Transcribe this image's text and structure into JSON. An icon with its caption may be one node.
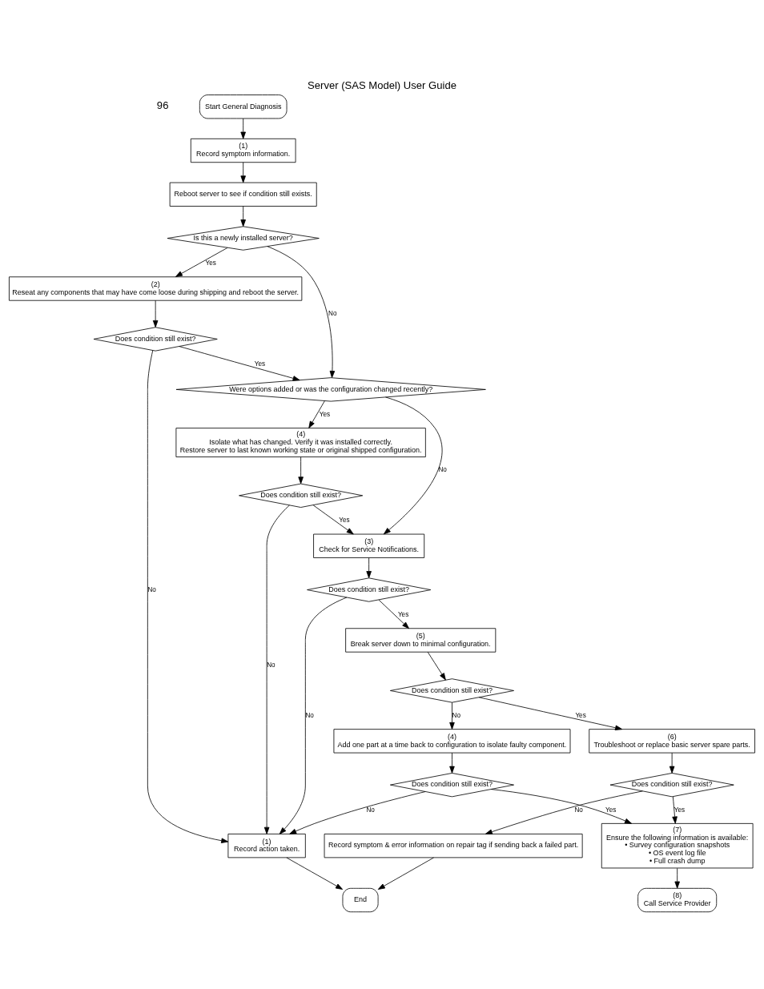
{
  "diagram": {
    "title": "Server (SAS Model) User Guide",
    "nodes": [
      {
        "text": [
          "Start General Diagnosis"
        ]
      },
      {
        "text": [
          "(1)",
          "Record symptom information."
        ]
      },
      {
        "text": [
          "Reboot server to see if condition still exists."
        ]
      },
      {
        "text": [
          "Is this a newly installed server?"
        ]
      },
      {
        "text": [
          "(2)",
          "Reseat any components that may have come loose during shipping and reboot the server."
        ]
      },
      {
        "text": [
          "Does condition still exist?"
        ]
      },
      {
        "text": [
          "Were options added or was the configuration changed recently?"
        ]
      },
      {
        "text": [
          "(3)",
          "Check for Service Notifications."
        ]
      },
      {
        "text": [
          "(4)",
          "Isolate what has changed. Verify it was installed correctly.",
          "Restore server to last known working state or original shipped configuration."
        ]
      },
      {
        "text": [
          "Does condition still exist?"
        ]
      },
      {
        "text": [
          "(6)",
          "Troubleshoot or replace basic server spare parts."
        ]
      },
      {
        "text": [
          "Does condition still exist?"
        ]
      },
      {
        "text": [
          "(5)",
          "Break server down to minimal configuration."
        ]
      },
      {
        "text": [
          "Does condition still exist?"
        ]
      },
      {
        "text": [
          "Does condition still exist?"
        ]
      },
      {
        "text": [
          "(4)",
          "Add one part at a time back to configuration to isolate faulty component."
        ]
      },
      {
        "text": [
          "Does condition still exist?"
        ]
      },
      {
        "text": [
          "(1)",
          "Record action taken."
        ]
      },
      {
        "text": [
          "Record symptom & error information on repair tag if sending back a failed part."
        ]
      },
      {
        "text": [
          "(7)",
          "Ensure the following information is available:",
          "• Survey configuration snapshots",
          "• OS event log file",
          "• Full crash dump"
        ]
      },
      {
        "text": [
          "(8)",
          "Call Service Provider"
        ]
      },
      {
        "text": [
          "End"
        ]
      }
    ],
    "edges": [
      {
        "from": 0,
        "to": 1,
        "arrow": "to"
      },
      {
        "from": 1,
        "to": 2,
        "arrow": "to"
      },
      {
        "from": 2,
        "to": 3,
        "arrow": "to"
      },
      {
        "from": 3,
        "to": 4,
        "arrow": "to",
        "label": "Yes"
      },
      {
        "from": 3,
        "to": 6,
        "arrow": "to",
        "label": "No"
      },
      {
        "from": 4,
        "to": 5,
        "arrow": "to"
      },
      {
        "from": 5,
        "to": 17,
        "arrow": "to",
        "label": "No"
      },
      {
        "from": 5,
        "to": 6,
        "arrow": "to",
        "label": "Yes"
      },
      {
        "from": 6,
        "to": 7,
        "arrow": "to",
        "label": "No"
      },
      {
        "from": 6,
        "to": 8,
        "arrow": "to",
        "label": "Yes"
      },
      {
        "from": 8,
        "to": 9,
        "arrow": "to"
      },
      {
        "from": 9,
        "to": 7,
        "arrow": "to",
        "label": "Yes"
      },
      {
        "from": 9,
        "to": 17,
        "arrow": "to",
        "label": "No"
      },
      {
        "from": 7,
        "to": 13,
        "arrow": "to"
      },
      {
        "from": 13,
        "to": 12,
        "arrow": "to",
        "label": "Yes"
      },
      {
        "from": 13,
        "to": 17,
        "arrow": "to",
        "label": "No"
      },
      {
        "from": 12,
        "to": 11,
        "arrow": "to"
      },
      {
        "from": 11,
        "to": 10,
        "arrow": "to",
        "label": "Yes"
      },
      {
        "from": 11,
        "to": 15,
        "arrow": "to",
        "label": "No"
      },
      {
        "from": 10,
        "to": 14,
        "arrow": "to"
      },
      {
        "from": 14,
        "to": 18,
        "arrow": "to",
        "label": "No"
      },
      {
        "from": 14,
        "to": 19,
        "arrow": "to",
        "label": "Yes"
      },
      {
        "from": 15,
        "to": 16,
        "arrow": "to"
      },
      {
        "from": 16,
        "to": 17,
        "arrow": "to",
        "label": "No"
      },
      {
        "from": 16,
        "to": 19,
        "arrow": "to",
        "label": "Yes"
      },
      {
        "from": 19,
        "to": 20,
        "arrow": "to"
      },
      {
        "from": 17,
        "to": 21,
        "arrow": "to"
      },
      {
        "from": 18,
        "to": 21,
        "arrow": "to"
      }
    ],
    "labels": [
      "96"
    ]
  }
}
